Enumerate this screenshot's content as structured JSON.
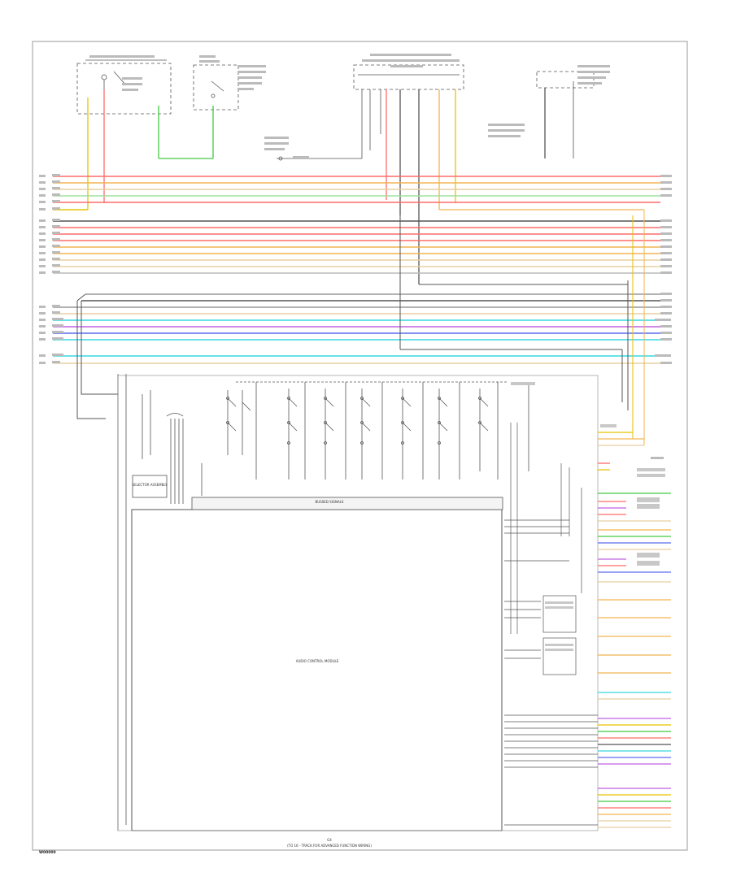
{
  "labels": {
    "module": "AUDIO CONTROL MODULE",
    "bus": "BUSSED SIGNALS",
    "sub_module": "SELECTOR ASSEMBLY",
    "footer_ref": "G4",
    "footer_note": "(TO 16 - TRACK FOR ADVANCED FUNCTION WIRING)",
    "corner": "W00000"
  },
  "wire_colors": {
    "red": "#ff6b6b",
    "yellow": "#e6c200",
    "green": "#45c945",
    "cyan": "#37d7e0",
    "blue": "#5a6cf0",
    "purple": "#c060e0",
    "orange": "#f2b450",
    "tan": "#e8cfa0",
    "grey": "#9a9a9a",
    "dark": "#555555"
  }
}
